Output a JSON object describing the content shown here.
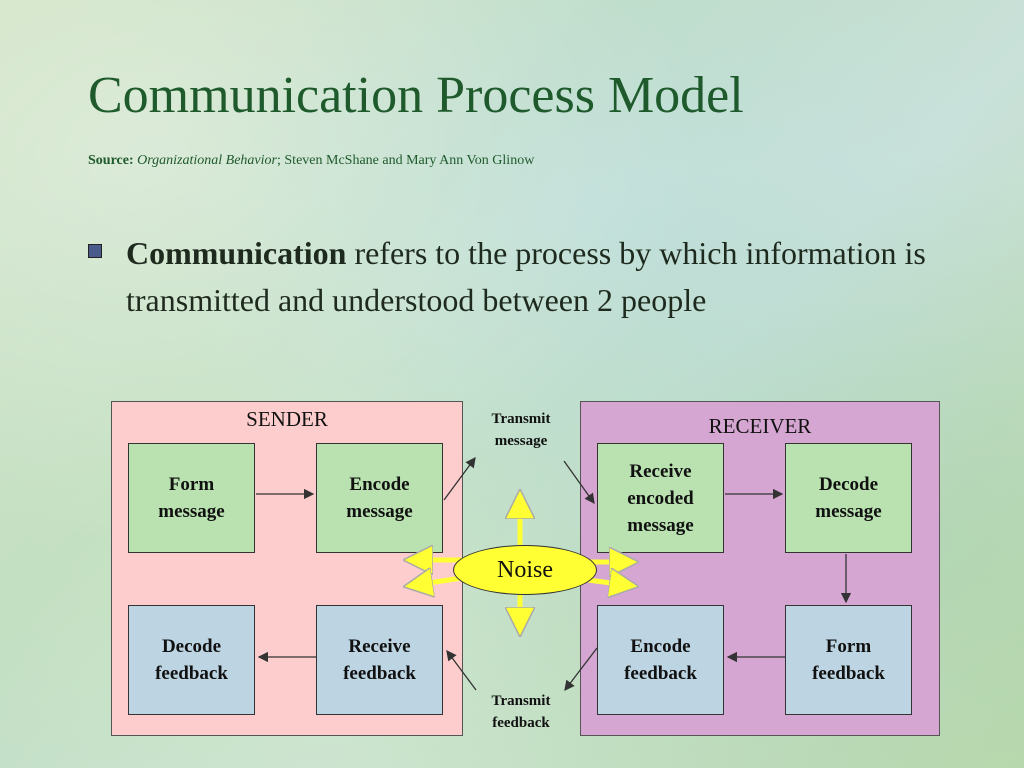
{
  "slide": {
    "title": "Communication Process Model",
    "source_label": "Source:",
    "source_book": "Organizational Behavior",
    "source_authors": "; Steven McShane and Mary Ann Von Glinow",
    "bullet_term": "Communication",
    "bullet_text": " refers to the process by which information is transmitted and understood between 2 people"
  },
  "diagram": {
    "sender": {
      "label": "SENDER",
      "form_message": "Form\nmessage",
      "encode_message": "Encode\nmessage",
      "decode_feedback": "Decode\nfeedback",
      "receive_feedback": "Receive\nfeedback"
    },
    "receiver": {
      "label": "RECEIVER",
      "receive_encoded": "Receive\nencoded\nmessage",
      "decode_message": "Decode\nmessage",
      "encode_feedback": "Encode\nfeedback",
      "form_feedback": "Form\nfeedback"
    },
    "transmit_message": "Transmit\nmessage",
    "transmit_feedback": "Transmit\nfeedback",
    "noise": "Noise"
  },
  "colors": {
    "title": "#1e5a2b",
    "sender_panel": "#fdcdcd",
    "receiver_panel": "#d5a6d2",
    "process_box": "#b9e2b0",
    "feedback_box": "#bdd5e3",
    "noise": "#ffff33"
  }
}
